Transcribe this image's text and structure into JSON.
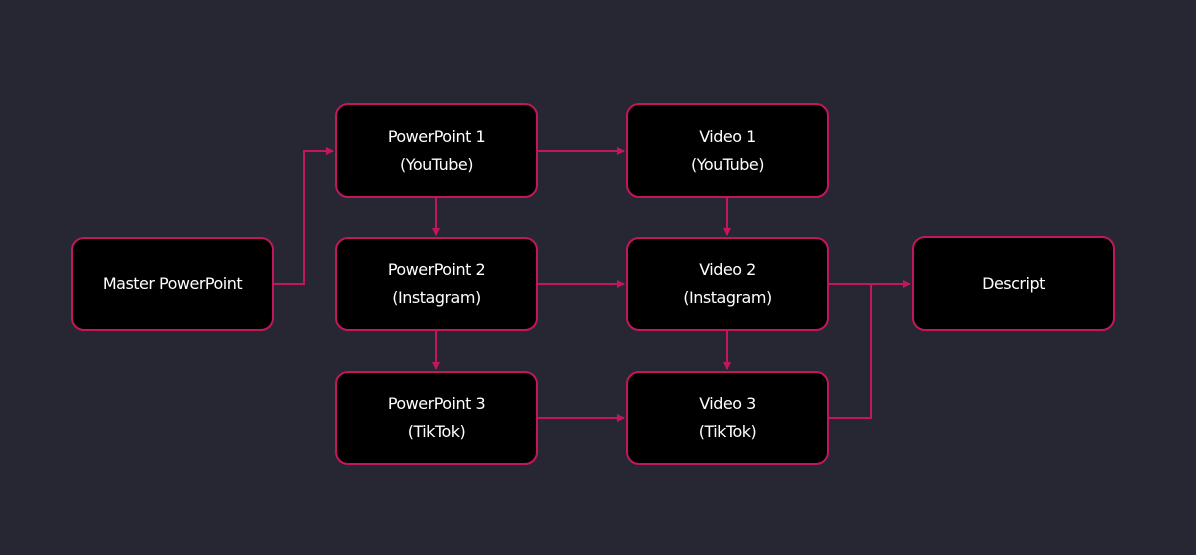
{
  "colors": {
    "background": "#262733",
    "node_fill": "#000000",
    "accent": "#c2185b",
    "text": "#ffffff"
  },
  "nodes": {
    "master": {
      "line1": "Master PowerPoint",
      "line2": ""
    },
    "pp1": {
      "line1": "PowerPoint 1",
      "line2": "(YouTube)"
    },
    "pp2": {
      "line1": "PowerPoint 2",
      "line2": "(Instagram)"
    },
    "pp3": {
      "line1": "PowerPoint 3",
      "line2": "(TikTok)"
    },
    "v1": {
      "line1": "Video 1",
      "line2": "(YouTube)"
    },
    "v2": {
      "line1": "Video 2",
      "line2": "(Instagram)"
    },
    "v3": {
      "line1": "Video 3",
      "line2": "(TikTok)"
    },
    "descript": {
      "line1": "Descript",
      "line2": ""
    }
  },
  "edges": [
    {
      "from": "master",
      "to": "pp1"
    },
    {
      "from": "pp1",
      "to": "v1"
    },
    {
      "from": "pp1",
      "to": "pp2"
    },
    {
      "from": "pp2",
      "to": "v2"
    },
    {
      "from": "pp2",
      "to": "pp3"
    },
    {
      "from": "pp3",
      "to": "v3"
    },
    {
      "from": "v1",
      "to": "v2"
    },
    {
      "from": "v2",
      "to": "v3"
    },
    {
      "from": "v2",
      "to": "descript"
    },
    {
      "from": "v3",
      "to": "descript"
    }
  ]
}
